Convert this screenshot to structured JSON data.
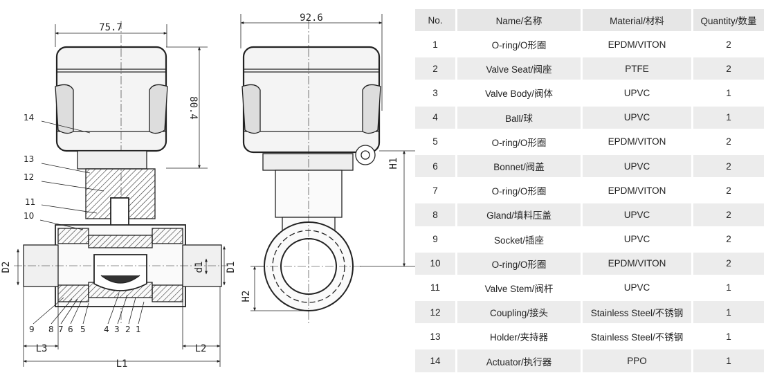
{
  "left_view": {
    "dims": {
      "width": "75.7",
      "height": "80.4",
      "L1": "L1",
      "L2": "L2",
      "L3": "L3",
      "D1": "D1",
      "D2": "D2",
      "d1": "d1"
    },
    "callouts": [
      "14",
      "13",
      "12",
      "11",
      "10",
      "9",
      "8",
      "7",
      "6",
      "5",
      "4",
      "3",
      "2",
      "1"
    ]
  },
  "right_view": {
    "dims": {
      "width": "92.6",
      "H1": "H1",
      "H2": "H2"
    }
  },
  "table": {
    "headers": [
      "No.",
      "Name/名称",
      "Material/材料",
      "Quantity/数量"
    ],
    "rows": [
      [
        "1",
        "O-ring/O形圈",
        "EPDM/VITON",
        "2"
      ],
      [
        "2",
        "Valve Seat/阀座",
        "PTFE",
        "2"
      ],
      [
        "3",
        "Valve Body/阀体",
        "UPVC",
        "1"
      ],
      [
        "4",
        "Ball/球",
        "UPVC",
        "1"
      ],
      [
        "5",
        "O-ring/O形圈",
        "EPDM/VITON",
        "2"
      ],
      [
        "6",
        "Bonnet/阀盖",
        "UPVC",
        "2"
      ],
      [
        "7",
        "O-ring/O形圈",
        "EPDM/VITON",
        "2"
      ],
      [
        "8",
        "Gland/填料压盖",
        "UPVC",
        "2"
      ],
      [
        "9",
        "Socket/插座",
        "UPVC",
        "2"
      ],
      [
        "10",
        "O-ring/O形圈",
        "EPDM/VITON",
        "2"
      ],
      [
        "11",
        "Valve Stem/阀杆",
        "UPVC",
        "1"
      ],
      [
        "12",
        "Coupling/接头",
        "Stainless Steel/不锈钢",
        "1"
      ],
      [
        "13",
        "Holder/夹持器",
        "Stainless Steel/不锈钢",
        "1"
      ],
      [
        "14",
        "Actuator/执行器",
        "PPO",
        "1"
      ]
    ]
  }
}
